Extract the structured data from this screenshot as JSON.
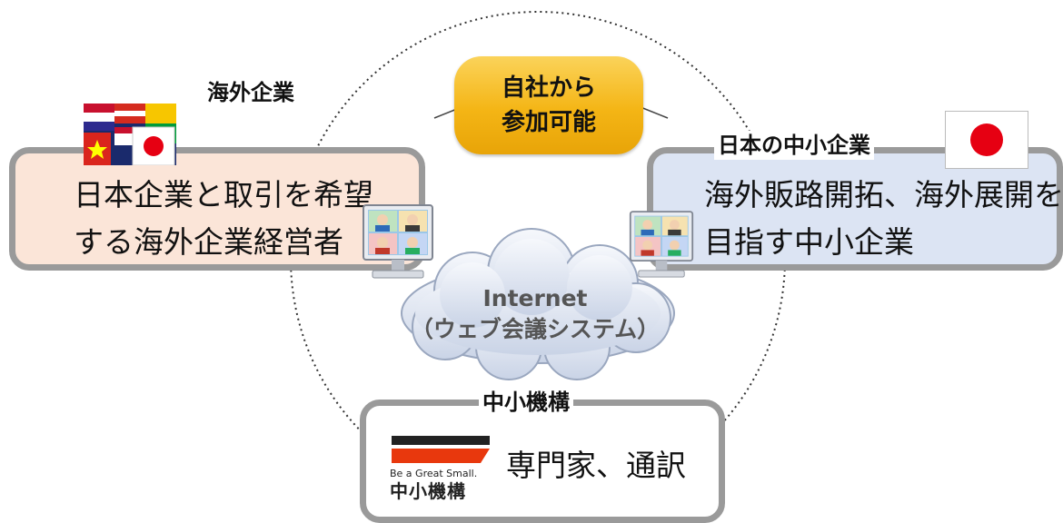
{
  "pill": {
    "line1": "自社から",
    "line2": "参加可能"
  },
  "left": {
    "label": "海外企業",
    "line1": "日本企業と取引を希望",
    "line2": "する海外企業経営者"
  },
  "right": {
    "label": "日本の中小企業",
    "line1": "海外販路開拓、海外展開を",
    "line2": "目指す中小企業"
  },
  "cloud": {
    "line1": "Internet",
    "line2": "（ウェブ会議システム）"
  },
  "bottom": {
    "label": "中小機構",
    "text": "専門家、通訳",
    "logo_tagline": "Be a Great Small.",
    "logo_name": "中小機構"
  },
  "colors": {
    "box_border": "#9a9a9a",
    "left_fill": "#fbe5d8",
    "right_fill": "#dce4f3",
    "pill_fill": "#f4b515",
    "logo_red": "#e8380d",
    "jp_red": "#e60012"
  },
  "icons": [
    "flags-icon",
    "japan-flag-icon",
    "video-conference-monitor-icon",
    "cloud-icon",
    "smrj-logo-icon"
  ]
}
